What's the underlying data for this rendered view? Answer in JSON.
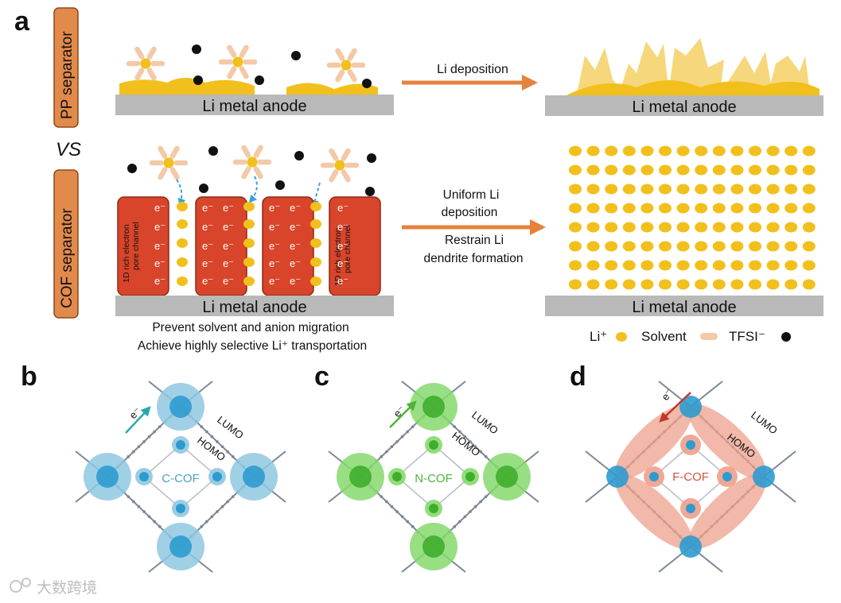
{
  "panels": {
    "a": "a",
    "b": "b",
    "c": "c",
    "d": "d"
  },
  "separators": {
    "pp": "PP separator",
    "cof": "COF separator",
    "vs": "VS"
  },
  "anode_label": "Li metal anode",
  "arrows": {
    "pp": "Li deposition",
    "cof_line1": "Uniform Li",
    "cof_line2": "deposition",
    "cof_line3": "Restrain Li",
    "cof_line4": "dendrite formation"
  },
  "channel_label": {
    "line1": "1D rich electron",
    "line2": "pore channel"
  },
  "electron_symbol": "e⁻",
  "notes": {
    "line1": "Prevent solvent and anion migration",
    "line2": "Achieve highly selective Li⁺ transportation"
  },
  "legend": {
    "li": "Li⁺",
    "solvent": "Solvent",
    "tfsi": "TFSI⁻"
  },
  "cof": {
    "b": {
      "name": "C-COF",
      "lumo": "LUMO",
      "homo": "HOMO",
      "electron": "e⁻"
    },
    "c": {
      "name": "N-COF",
      "lumo": "LUMO",
      "homo": "HOMO",
      "electron": "e⁻"
    },
    "d": {
      "name": "F-COF",
      "lumo": "LUMO",
      "homo": "HOMO",
      "electron": "e⁻"
    }
  },
  "colors": {
    "li_ion": "#f2c01c",
    "dendrite": "#f7d77c",
    "separator_box": "#e28a4b",
    "channel": "#d8452a",
    "anode": "#b9b9b9",
    "arrow": "#e5823c",
    "cof_b": "#8fc8e0",
    "cof_c": "#86d96d",
    "cof_d": "#eea08c",
    "text_b": "#4aa3c8",
    "text_c": "#4fb33a",
    "text_d": "#d0553a"
  },
  "watermark": "大数跨境"
}
